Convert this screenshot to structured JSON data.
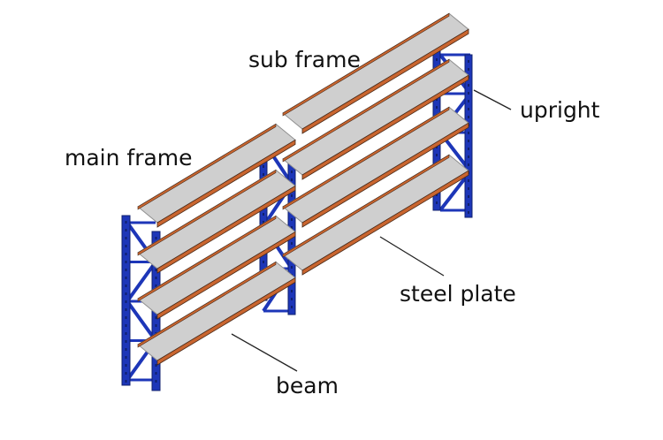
{
  "labels": {
    "main_frame": "main frame",
    "sub_frame": "sub frame",
    "upright": "upright",
    "steel_plate": "steel plate",
    "beam": "beam"
  },
  "colors": {
    "upright": "#1d36b8",
    "upright_dark": "#10206e",
    "beam": "#c9652f",
    "beam_edge": "#4a2a18",
    "plate": "#cfcfcf",
    "plate_edge": "#8f8f8f",
    "leader_line": "#222222",
    "text": "#111111"
  }
}
